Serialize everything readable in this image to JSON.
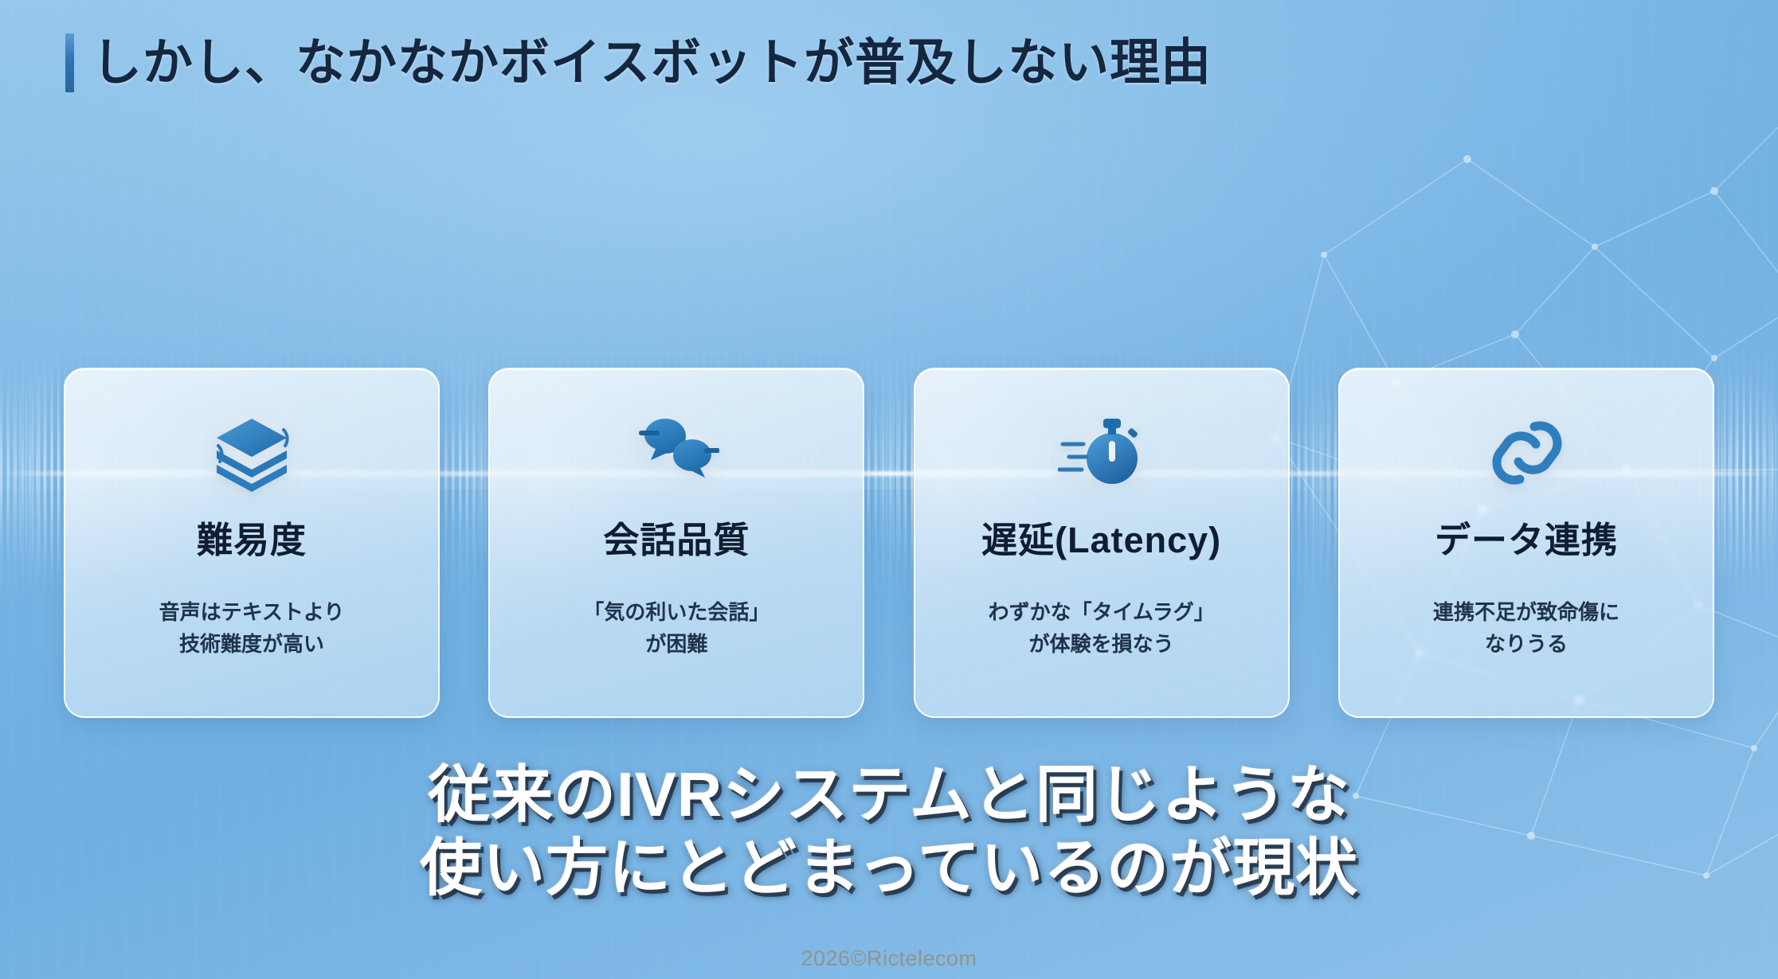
{
  "slide": {
    "title": "しかし、なかなかボイスボットが普及しない理由",
    "accent_color": "#2f72b5",
    "background_color": "#74b2e3"
  },
  "cards": [
    {
      "icon": "layers-stack-icon",
      "title": "難易度",
      "body": "音声はテキストより\n技術難度が高い"
    },
    {
      "icon": "chat-bubbles-icon",
      "title": "会話品質",
      "body": "「気の利いた会話」\nが困難"
    },
    {
      "icon": "stopwatch-speed-icon",
      "title": "遅延(Latency)",
      "body": "わずかな「タイムラグ」\nが体験を損なう"
    },
    {
      "icon": "chain-link-icon",
      "title": "データ連携",
      "body": "連携不足が致命傷に\nなりうる"
    }
  ],
  "subtitle": "従来のIVRシステムと同じような\n使い方にとどまっているのが現状",
  "footer": {
    "watermark": "2026©Rictelecom"
  }
}
